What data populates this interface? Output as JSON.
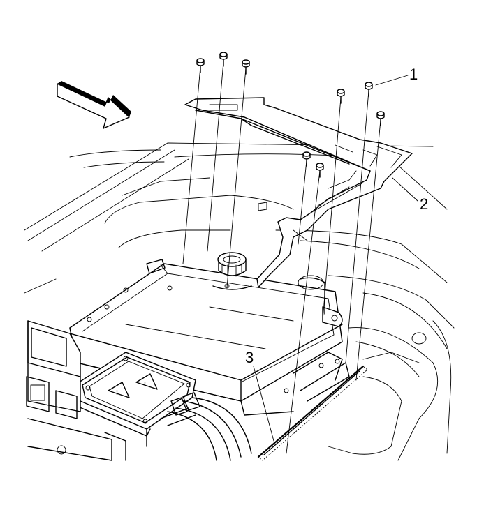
{
  "callouts": [
    {
      "id": "1",
      "label": "1"
    },
    {
      "id": "2",
      "label": "2"
    },
    {
      "id": "3",
      "label": "3"
    }
  ],
  "icons": {
    "direction_arrow": "forward-direction-arrow-icon",
    "bolt": "bolt-icon",
    "warning": "warning-triangle-icon"
  },
  "colors": {
    "line": "#000000",
    "background": "#ffffff"
  }
}
